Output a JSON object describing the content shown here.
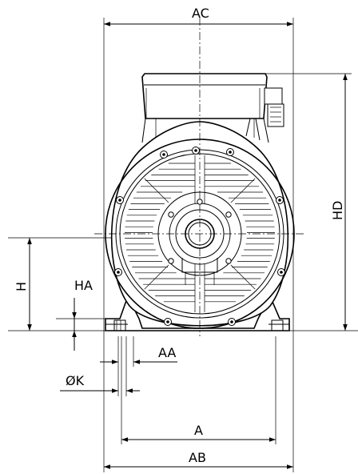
{
  "labels": {
    "ac": "AC",
    "hd": "HD",
    "h": "H",
    "ha": "HA",
    "aa": "AA",
    "k": "ØK",
    "a": "A",
    "ab": "AB"
  }
}
